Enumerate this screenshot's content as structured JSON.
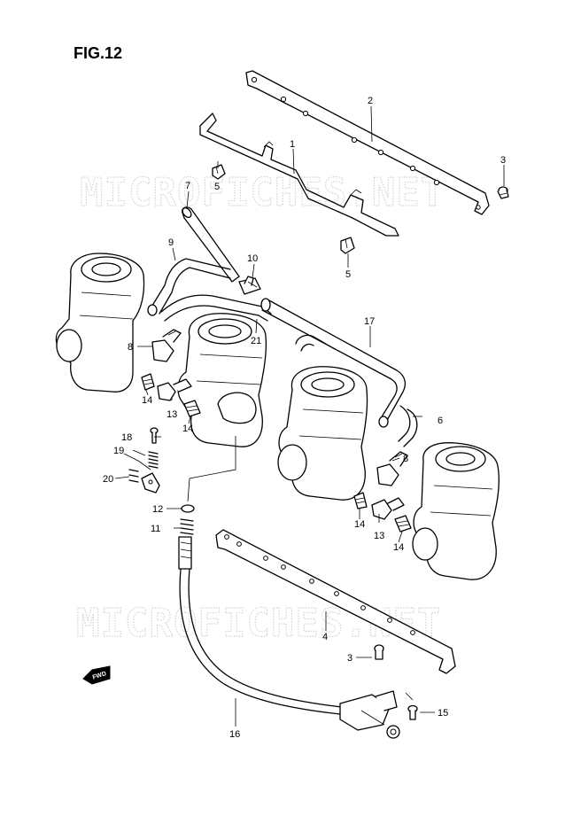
{
  "figure": {
    "title": "FIG.12"
  },
  "watermark": {
    "text": "MICROFICHES.NET"
  },
  "direction_badge": {
    "label": "FWD"
  },
  "callouts": {
    "c1": "1",
    "c2": "2",
    "c3a": "3",
    "c3b": "3",
    "c4": "4",
    "c5a": "5",
    "c5b": "5",
    "c6": "6",
    "c7": "7",
    "c8a": "8",
    "c8b": "8",
    "c9": "9",
    "c10": "10",
    "c11": "11",
    "c12": "12",
    "c13a": "13",
    "c13b": "13",
    "c14a": "14",
    "c14b": "14",
    "c14c": "14",
    "c14d": "14",
    "c15": "15",
    "c16": "16",
    "c17": "17",
    "c18": "18",
    "c19": "19",
    "c20": "20",
    "c21": "21"
  }
}
